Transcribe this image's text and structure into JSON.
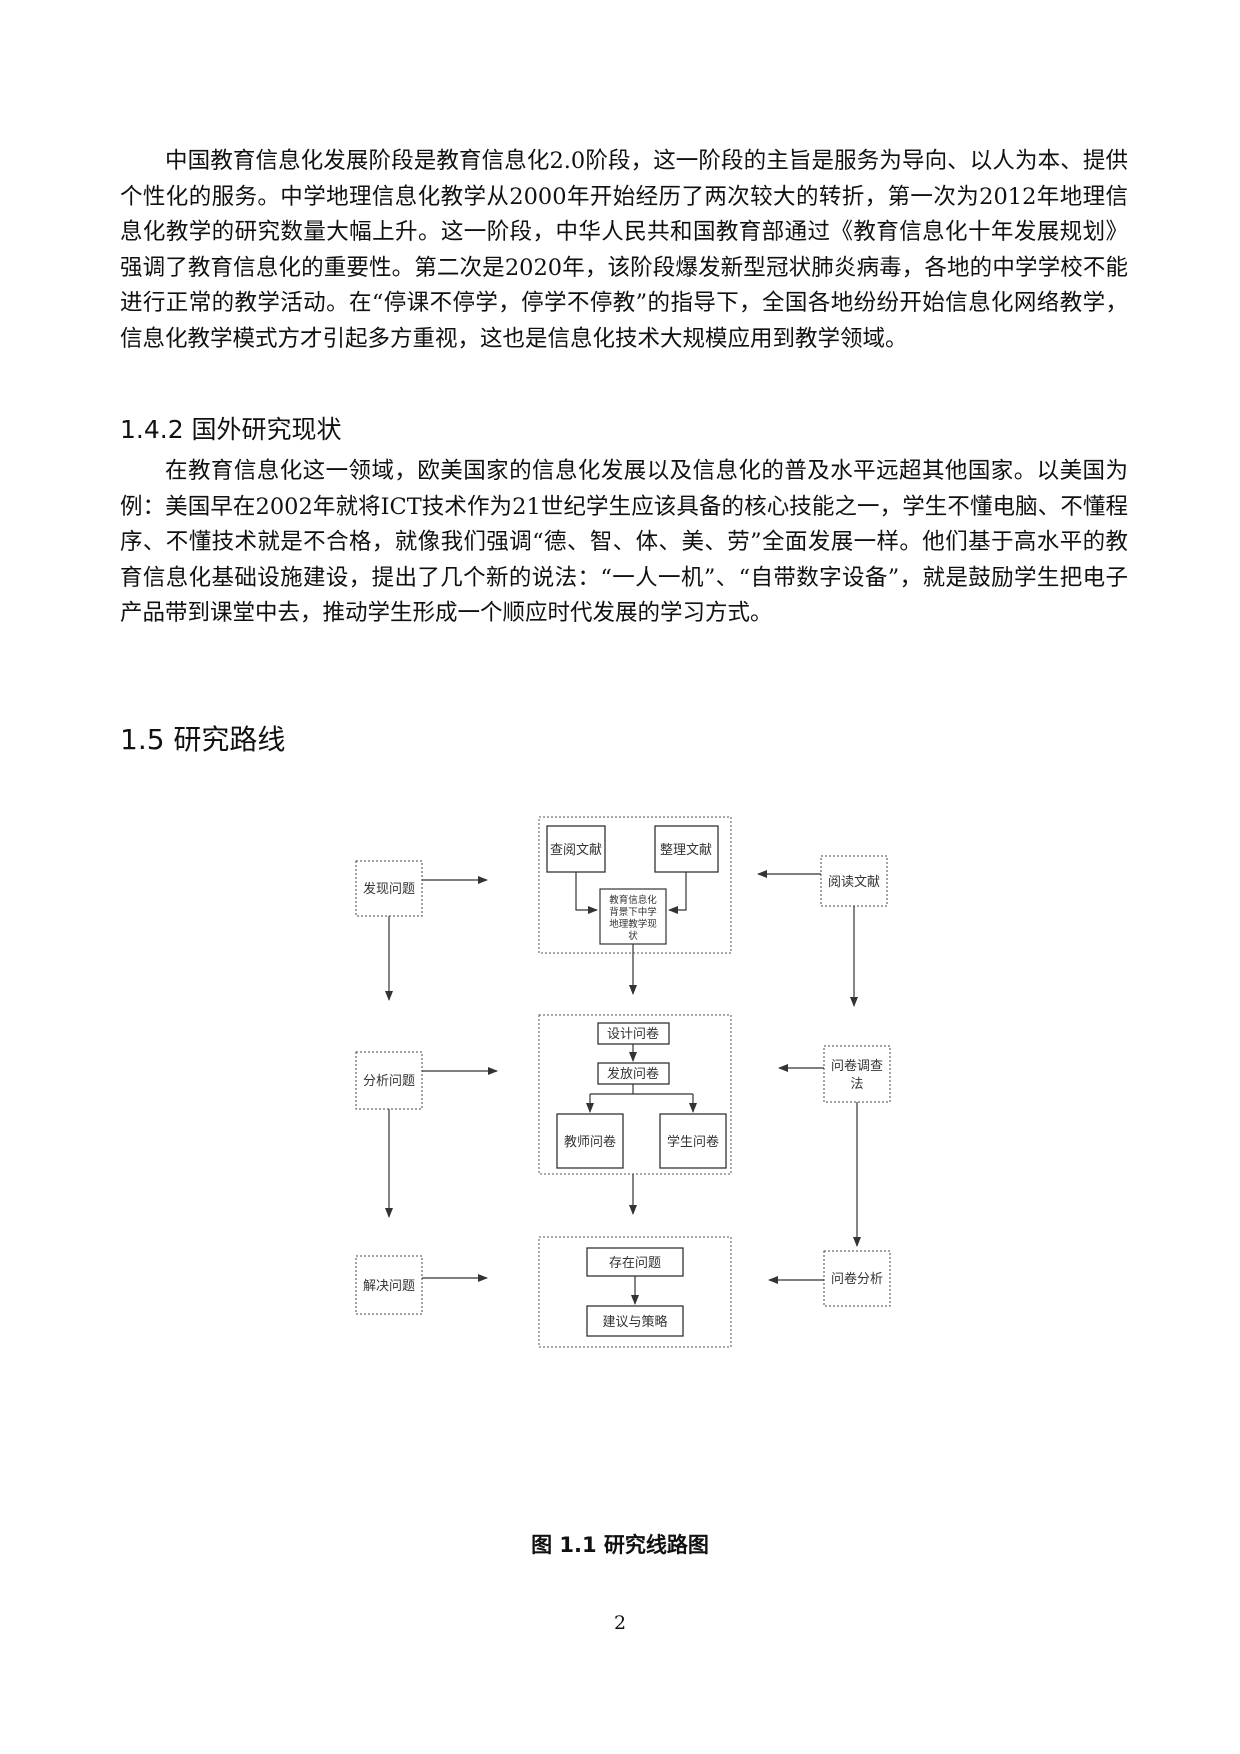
{
  "body": {
    "paragraph_1": "中国教育信息化发展阶段是教育信息化2.0阶段，这一阶段的主旨是服务为导向、以人为本、提供个性化的服务。中学地理信息化教学从2000年开始经历了两次较大的转折，第一次为2012年地理信息化教学的研究数量大幅上升。这一阶段，中华人民共和国教育部通过《教育信息化十年发展规划》强调了教育信息化的重要性。第二次是2020年，该阶段爆发新型冠状肺炎病毒，各地的中学学校不能进行正常的教学活动。在“停课不停学，停学不停教”的指导下，全国各地纷纷开始信息化网络教学，信息化教学模式方才引起多方重视，这也是信息化技术大规模应用到教学领域。",
    "heading_142": "1.4.2  国外研究现状",
    "paragraph_2": "在教育信息化这一领域，欧美国家的信息化发展以及信息化的普及水平远超其他国家。以美国为例：美国早在2002年就将ICT技术作为21世纪学生应该具备的核心技能之一，学生不懂电脑、不懂程序、不懂技术就是不合格，就像我们强调“德、智、体、美、劳”全面发展一样。他们基于高水平的教育信息化基础设施建设，提出了几个新的说法：“一人一机”、“自带数字设备”，就是鼓励学生把电子产品带到课堂中去，推动学生形成一个顺应时代发展的学习方式。",
    "heading_15": "1.5  研究路线"
  },
  "flowchart": {
    "left": {
      "find": "发现问题",
      "analyze": "分析问题",
      "solve": "解决问题"
    },
    "center": {
      "review_lit": "查阅文献",
      "organize_lit": "整理文献",
      "status_lines": [
        "教育信息化",
        "背景下中学",
        "地理教学现",
        "状"
      ],
      "design_q": "设计问卷",
      "distribute_q": "发放问卷",
      "teacher_q": "教师问卷",
      "student_q": "学生问卷",
      "problems": "存在问题",
      "suggestions": "建议与策略"
    },
    "right": {
      "read_lit": "阅读文献",
      "survey_method_lines": [
        "问卷调查",
        "法"
      ],
      "analysis": "问卷分析"
    }
  },
  "figure_caption": "图 1.1 研究线路图",
  "page_number": "2"
}
